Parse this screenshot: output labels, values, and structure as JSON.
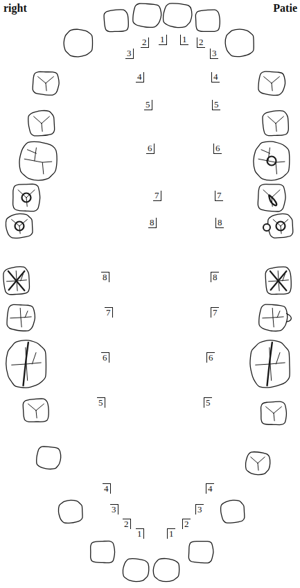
{
  "diagram": {
    "labels": [
      "right",
      "Patie",
      "1",
      "2",
      "3",
      "4",
      "5",
      "6",
      "7",
      "8",
      "1",
      "2",
      "3",
      "4",
      "5",
      "6",
      "7",
      "8",
      "1",
      "2",
      "3",
      "4",
      "5",
      "6",
      "7",
      "8",
      "1",
      "2",
      "3",
      "4",
      "5",
      "6",
      "7",
      "8"
    ]
  }
}
